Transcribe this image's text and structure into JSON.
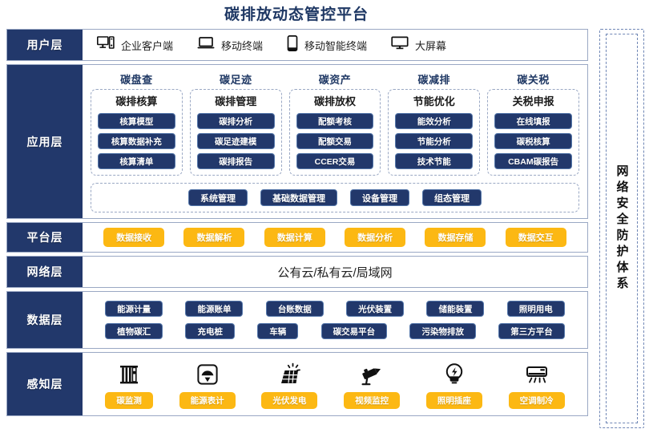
{
  "title": "碳排放动态管控平台",
  "colors": {
    "navy": "#22386b",
    "title_navy": "#1f3864",
    "yellow": "#fcb813",
    "border": "#9aa8c4"
  },
  "security_band": {
    "label": "网络安全防护体系"
  },
  "layers": {
    "user": {
      "label": "用户层",
      "items": [
        {
          "icon": "desktop-tower-icon",
          "label": "企业客户端"
        },
        {
          "icon": "laptop-icon",
          "label": "移动终端"
        },
        {
          "icon": "smartphone-icon",
          "label": "移动智能终端"
        },
        {
          "icon": "monitor-icon",
          "label": "大屏幕"
        }
      ]
    },
    "application": {
      "label": "应用层",
      "groups": [
        {
          "title": "碳盘查",
          "subtitle": "碳排核算",
          "items": [
            "核算模型",
            "核算数据补充",
            "核算清单"
          ]
        },
        {
          "title": "碳足迹",
          "subtitle": "碳排管理",
          "items": [
            "碳排分析",
            "碳足迹建模",
            "碳排报告"
          ]
        },
        {
          "title": "碳资产",
          "subtitle": "碳排放权",
          "items": [
            "配额考核",
            "配额交易",
            "CCER交易"
          ]
        },
        {
          "title": "碳减排",
          "subtitle": "节能优化",
          "items": [
            "能效分析",
            "节能分析",
            "技术节能"
          ]
        },
        {
          "title": "碳关税",
          "subtitle": "关税申报",
          "items": [
            "在线填报",
            "碳税核算",
            "CBAM碳报告"
          ]
        }
      ],
      "management": [
        "系统管理",
        "基础数据管理",
        "设备管理",
        "组态管理"
      ]
    },
    "platform": {
      "label": "平台层",
      "items": [
        "数据接收",
        "数据解析",
        "数据计算",
        "数据分析",
        "数据存储",
        "数据交互"
      ]
    },
    "network": {
      "label": "网络层",
      "text": "公有云/私有云/局域网"
    },
    "data": {
      "label": "数据层",
      "row1": [
        "能源计量",
        "能源账单",
        "台账数据",
        "光伏装置",
        "储能装置",
        "照明用电"
      ],
      "row2": [
        "植物碳汇",
        "充电桩",
        "车辆",
        "碳交易平台",
        "污染物排放",
        "第三方平台"
      ]
    },
    "sensing": {
      "label": "感知层",
      "items": [
        {
          "icon": "carbon-monitor-icon",
          "label": "碳监测"
        },
        {
          "icon": "energy-meter-icon",
          "label": "能源表计"
        },
        {
          "icon": "solar-panel-icon",
          "label": "光伏发电"
        },
        {
          "icon": "cctv-camera-icon",
          "label": "视频监控"
        },
        {
          "icon": "lightbulb-icon",
          "label": "照明插座"
        },
        {
          "icon": "air-conditioner-icon",
          "label": "空调制冷"
        }
      ]
    }
  }
}
